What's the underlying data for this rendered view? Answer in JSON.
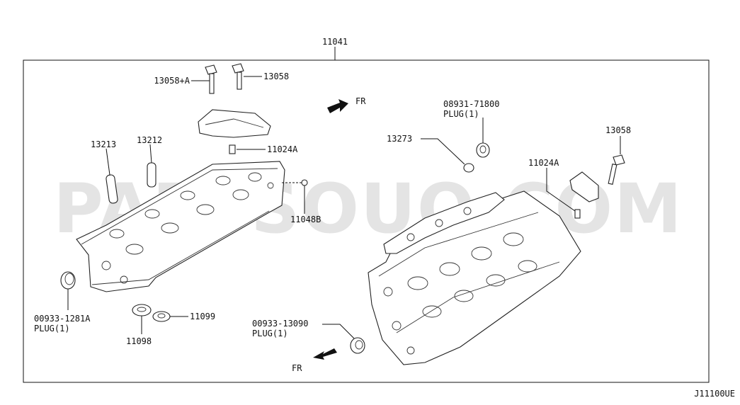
{
  "diagram": {
    "main_part": "11041",
    "watermark": "PARTSOUQ.COM",
    "code": "J11100UE",
    "callouts": {
      "bolt_a": "13058+A",
      "bolt_b": "13058",
      "bolt_right": "13058",
      "dowel_l1": "11024A",
      "dowel_r": "11024A",
      "guide_1": "13213",
      "guide_2": "13212",
      "plug_top_num": "08931-71800",
      "plug_top_desc": "PLUG(1)",
      "gasket": "13273",
      "cap_left": "11048B",
      "plug_left_num": "00933-1281A",
      "plug_left_desc": "PLUG(1)",
      "seal_1": "11098",
      "seal_2": "11099",
      "plug_bottom_num": "00933-13090",
      "plug_bottom_desc": "PLUG(1)"
    },
    "fr_top": "FR",
    "fr_bottom": "FR"
  }
}
